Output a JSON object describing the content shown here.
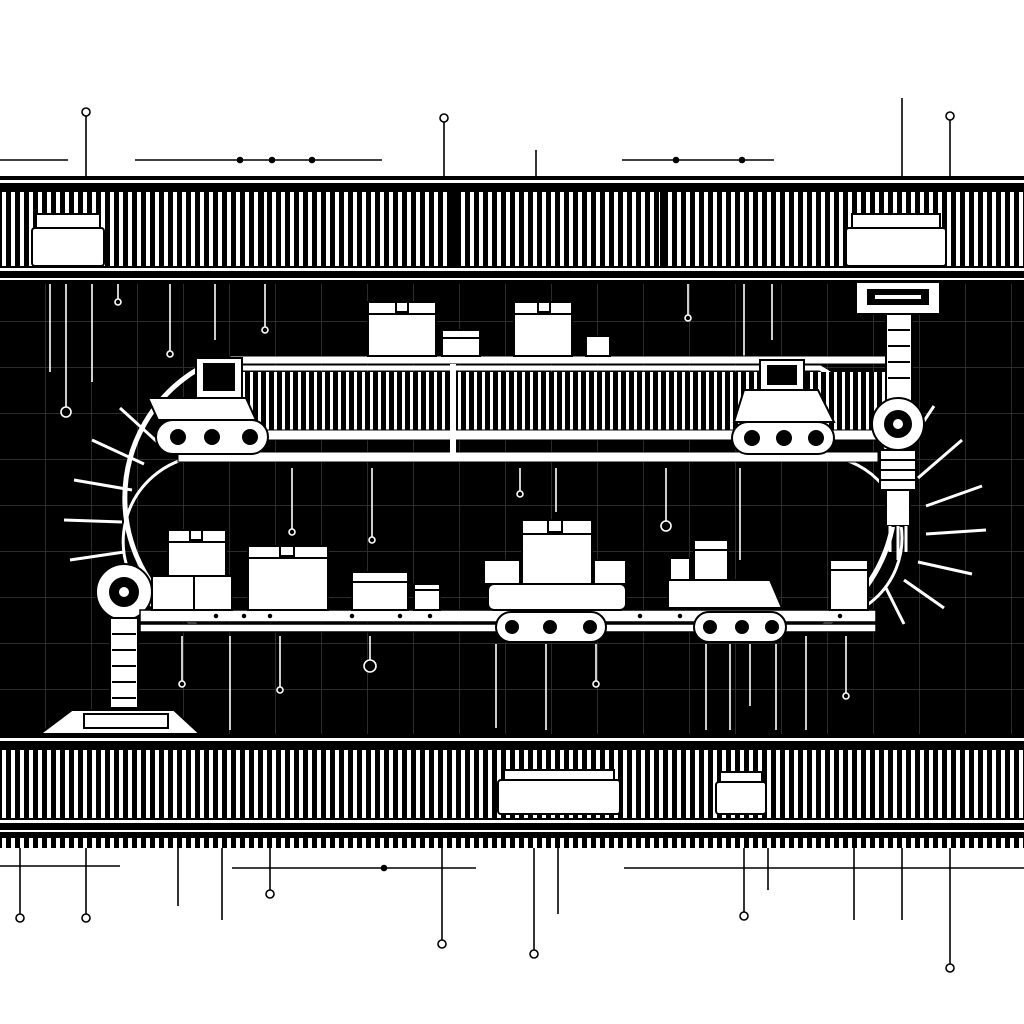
{
  "scene": {
    "subject": "conveyor-system-line-art",
    "palette": {
      "ink": "#000000",
      "paper": "#ffffff",
      "line": "#f2f2f2",
      "shade": "#dcdcdc"
    },
    "components": {
      "upper_rail": "slatted-conveyor-rail",
      "lower_rail": "slatted-conveyor-rail",
      "loop_track": "oval-belt-loop",
      "carts": "tracked-carts",
      "robotic_arms": 2,
      "boxes": "cardboard-boxes"
    }
  }
}
